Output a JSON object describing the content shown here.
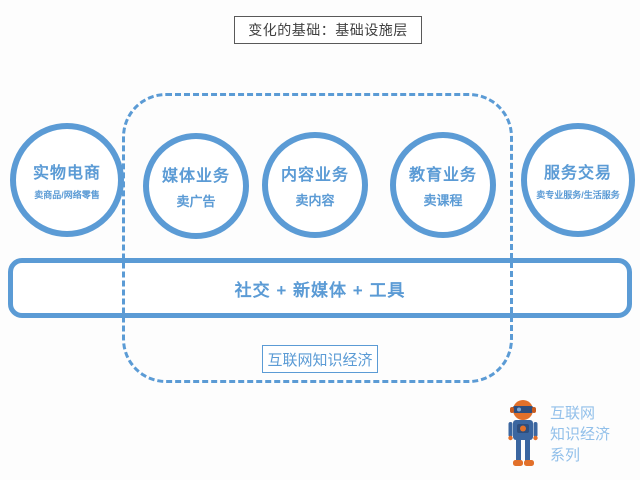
{
  "title": {
    "text": "变化的基础：基础设施层"
  },
  "circles": [
    {
      "name": "实物电商",
      "sub": "卖商品/网络零售"
    },
    {
      "name": "媒体业务",
      "sub": "卖广告"
    },
    {
      "name": "内容业务",
      "sub": "卖内容"
    },
    {
      "name": "教育业务",
      "sub": "卖课程"
    },
    {
      "name": "服务交易",
      "sub": "卖专业服务/生活服务"
    }
  ],
  "bar": {
    "text": "社交 + 新媒体 + 工具"
  },
  "platform": {
    "label": "互联网知识经济"
  },
  "watermark": {
    "text": "互联网\n知识经济\n系列",
    "icon": "robot-icon"
  },
  "colors": {
    "accent_blue": "#5B9BD5",
    "watermark_blue": "#92C0EA",
    "title_gray": "#404040",
    "robot_orange": "#E2702A",
    "robot_navy": "#3B66A0"
  }
}
